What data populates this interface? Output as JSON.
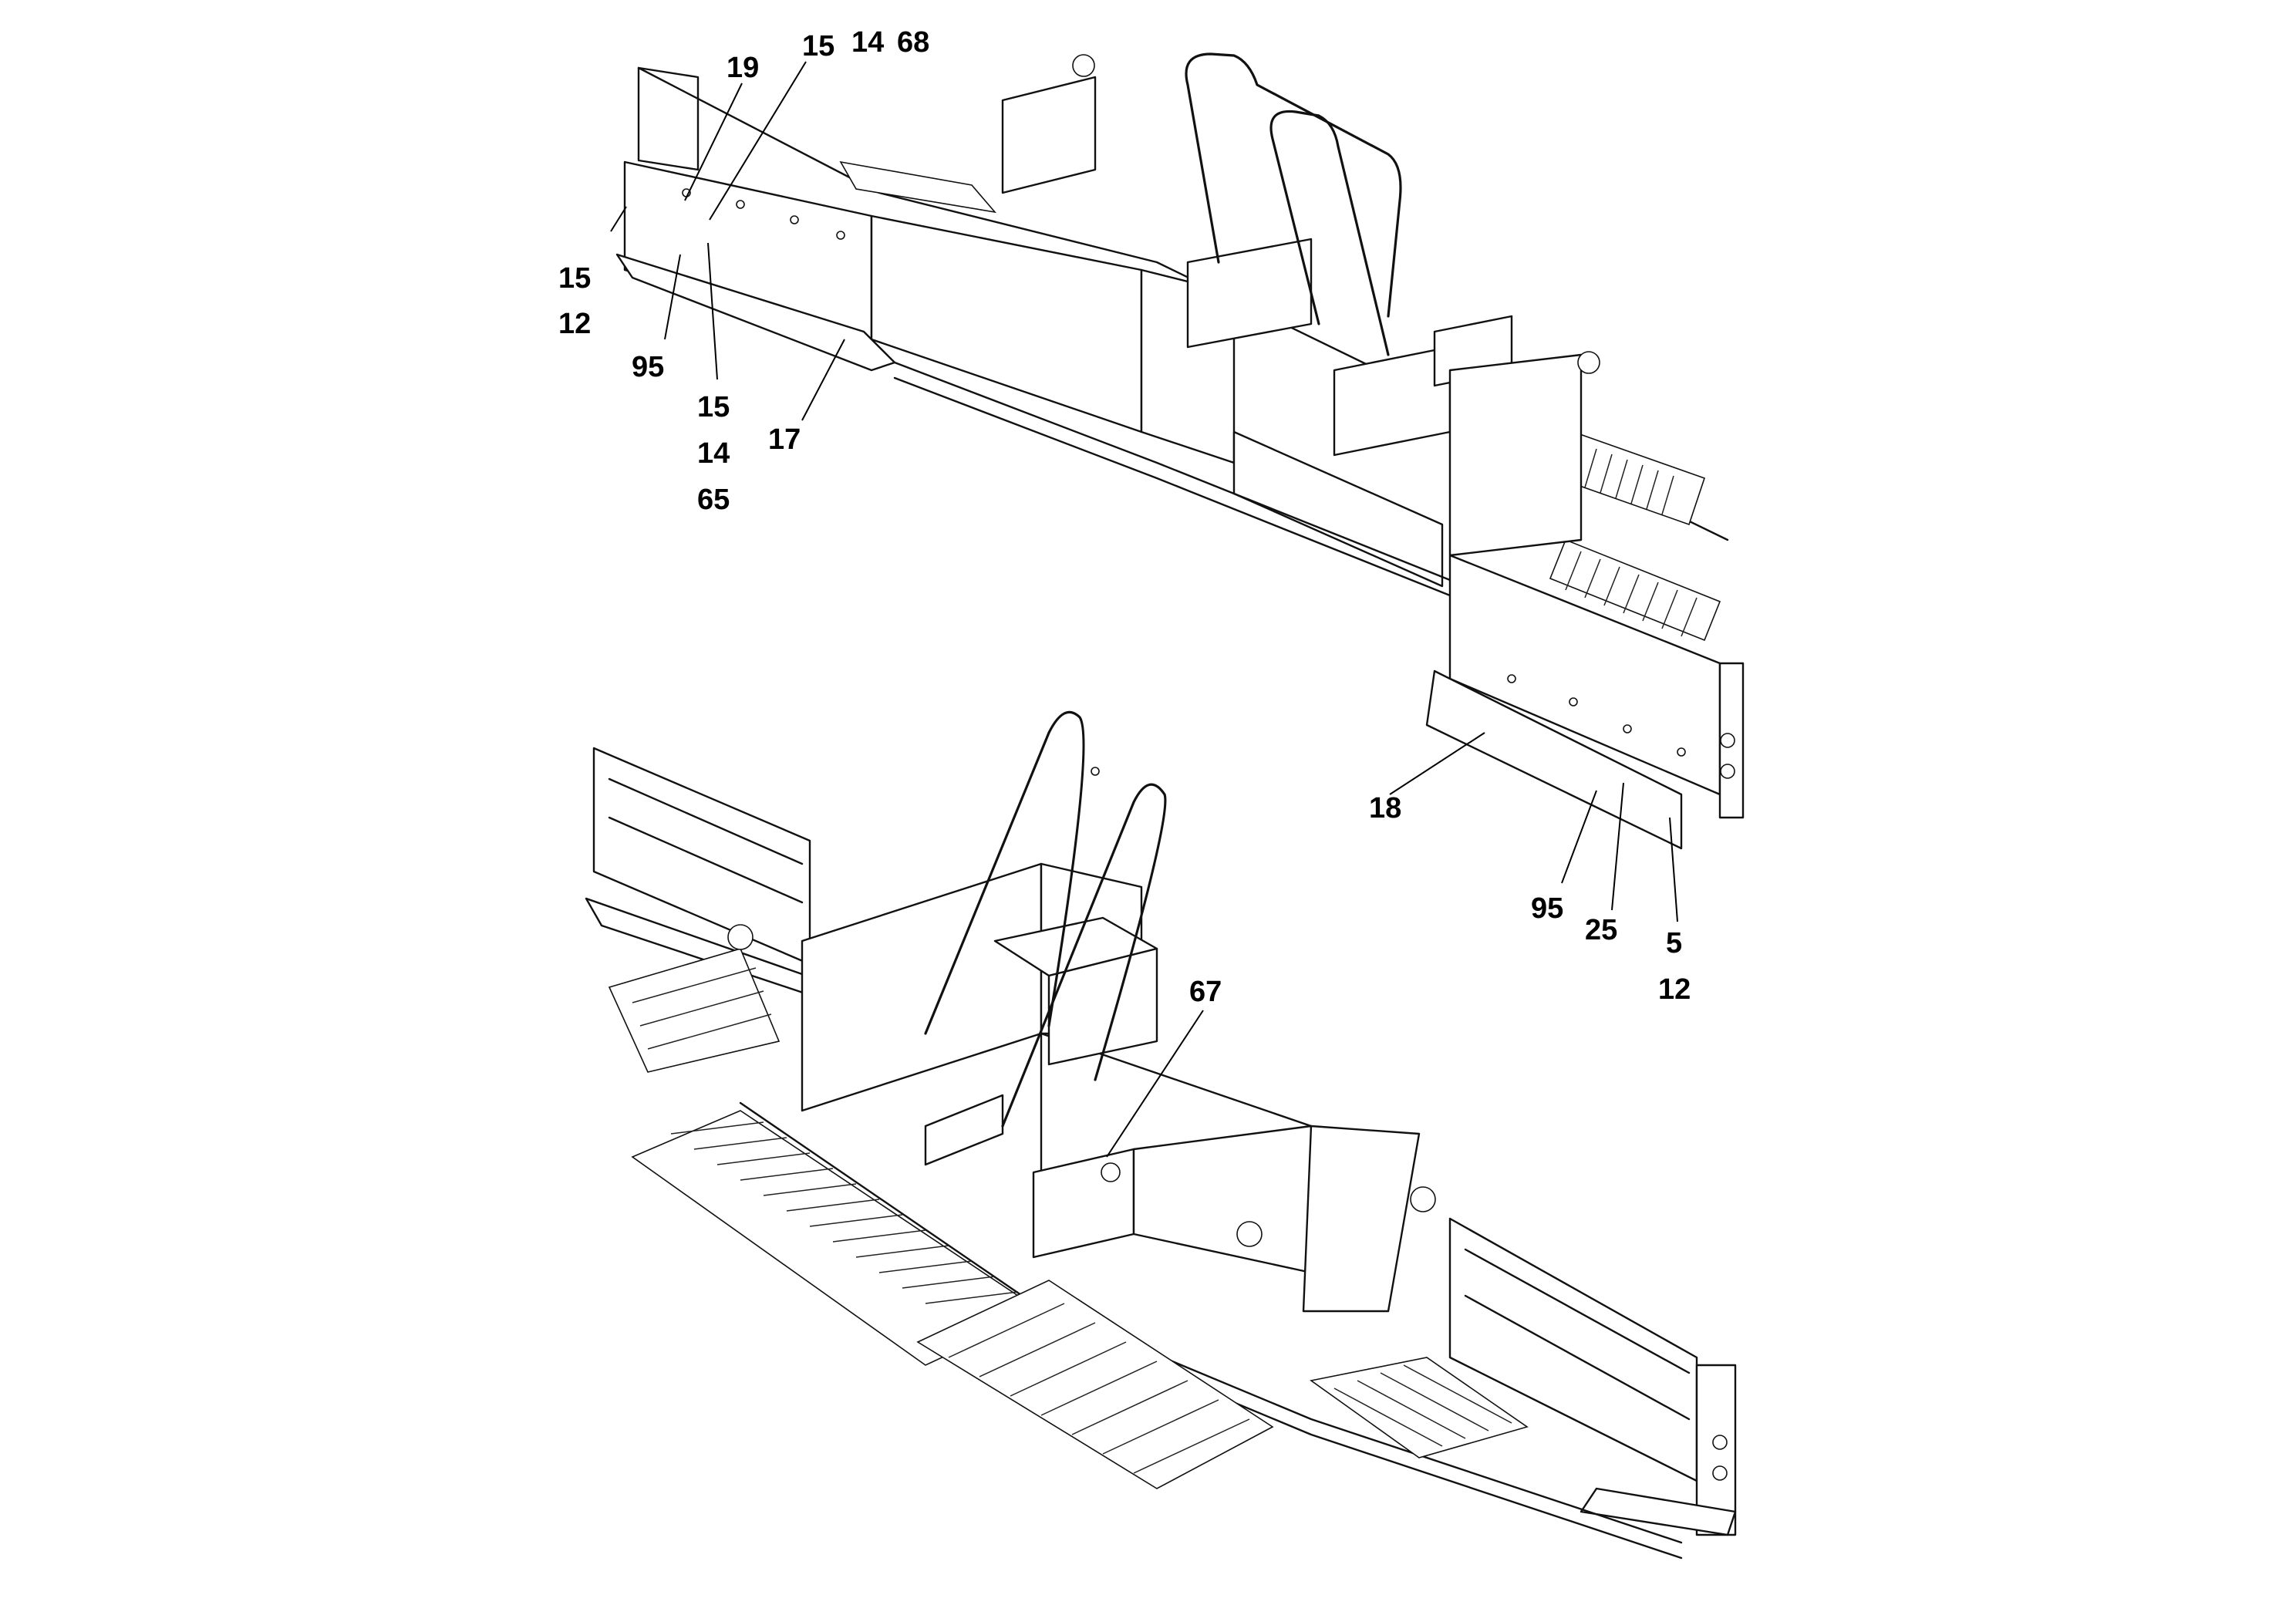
{
  "diagram": {
    "top_view_callouts": [
      {
        "id": "c19",
        "label": "19"
      },
      {
        "id": "c15a",
        "label": "15"
      },
      {
        "id": "c14a",
        "label": "14"
      },
      {
        "id": "c68",
        "label": "68"
      },
      {
        "id": "c15b",
        "label": "15"
      },
      {
        "id": "c12a",
        "label": "12"
      },
      {
        "id": "c95a",
        "label": "95"
      },
      {
        "id": "c15c",
        "label": "15"
      },
      {
        "id": "c14b",
        "label": "14"
      },
      {
        "id": "c65",
        "label": "65"
      },
      {
        "id": "c17",
        "label": "17"
      },
      {
        "id": "c18",
        "label": "18"
      },
      {
        "id": "c95b",
        "label": "95"
      },
      {
        "id": "c25",
        "label": "25"
      },
      {
        "id": "c5",
        "label": "5"
      },
      {
        "id": "c12b",
        "label": "12"
      }
    ],
    "bottom_view_callouts": [
      {
        "id": "c67",
        "label": "67"
      }
    ]
  }
}
